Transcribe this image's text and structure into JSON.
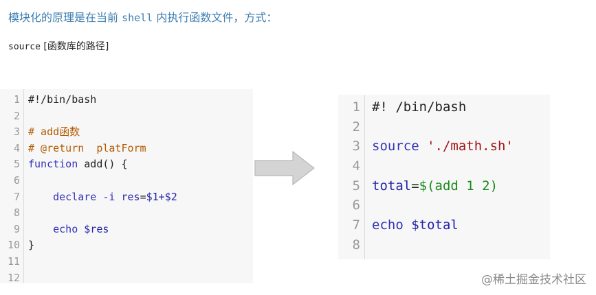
{
  "intro": {
    "heading_before": "模块化的原理是在当前 ",
    "heading_code": "shell",
    "heading_after": " 内执行函数文件，方式：",
    "syntax_code": "source",
    "syntax_arg": " [函数库的路径]"
  },
  "left_code": {
    "line_numbers": [
      "1",
      "2",
      "3",
      "4",
      "5",
      "6",
      "7",
      "8",
      "9",
      "10",
      "11",
      "12"
    ],
    "lines": [
      {
        "text": "#!/bin/bash",
        "type": "plain"
      },
      {
        "text": "",
        "type": "plain"
      },
      {
        "text": "# add函数",
        "type": "comment"
      },
      {
        "text": "# @return  platForm",
        "type": "comment"
      },
      {
        "keyword": "function",
        "rest": " add() {"
      },
      {
        "text": "",
        "type": "plain"
      },
      {
        "indent": "    ",
        "keyword": "declare",
        "sp": " ",
        "flag": "-i",
        "sp2": " ",
        "var": "res",
        "eq": "=",
        "val": "$1+$2"
      },
      {
        "text": "",
        "type": "plain"
      },
      {
        "indent": "    ",
        "keyword": "echo",
        "sp": " ",
        "var": "$res"
      },
      {
        "text": "}",
        "type": "plain"
      },
      {
        "text": "",
        "type": "plain"
      },
      {
        "text": "",
        "type": "plain"
      }
    ]
  },
  "right_code": {
    "line_numbers": [
      "1",
      "2",
      "3",
      "4",
      "5",
      "6",
      "7",
      "8"
    ],
    "lines": [
      {
        "text": "#! /bin/bash"
      },
      {
        "text": ""
      },
      {
        "keyword": "source",
        "sp": " ",
        "string": "'./math.sh'"
      },
      {
        "text": ""
      },
      {
        "var": "total",
        "eq": "=",
        "sub_open": "$(",
        "sub_body": "add 1 2",
        "sub_close": ")"
      },
      {
        "text": ""
      },
      {
        "keyword": "echo",
        "sp": " ",
        "var": "$total"
      },
      {
        "text": ""
      }
    ]
  },
  "arrow": {
    "icon": "right-arrow-icon",
    "fill": "#d4d4d4",
    "stroke": "#b8b8b8"
  },
  "watermark": {
    "text": "@稀土掘金技术社区"
  }
}
